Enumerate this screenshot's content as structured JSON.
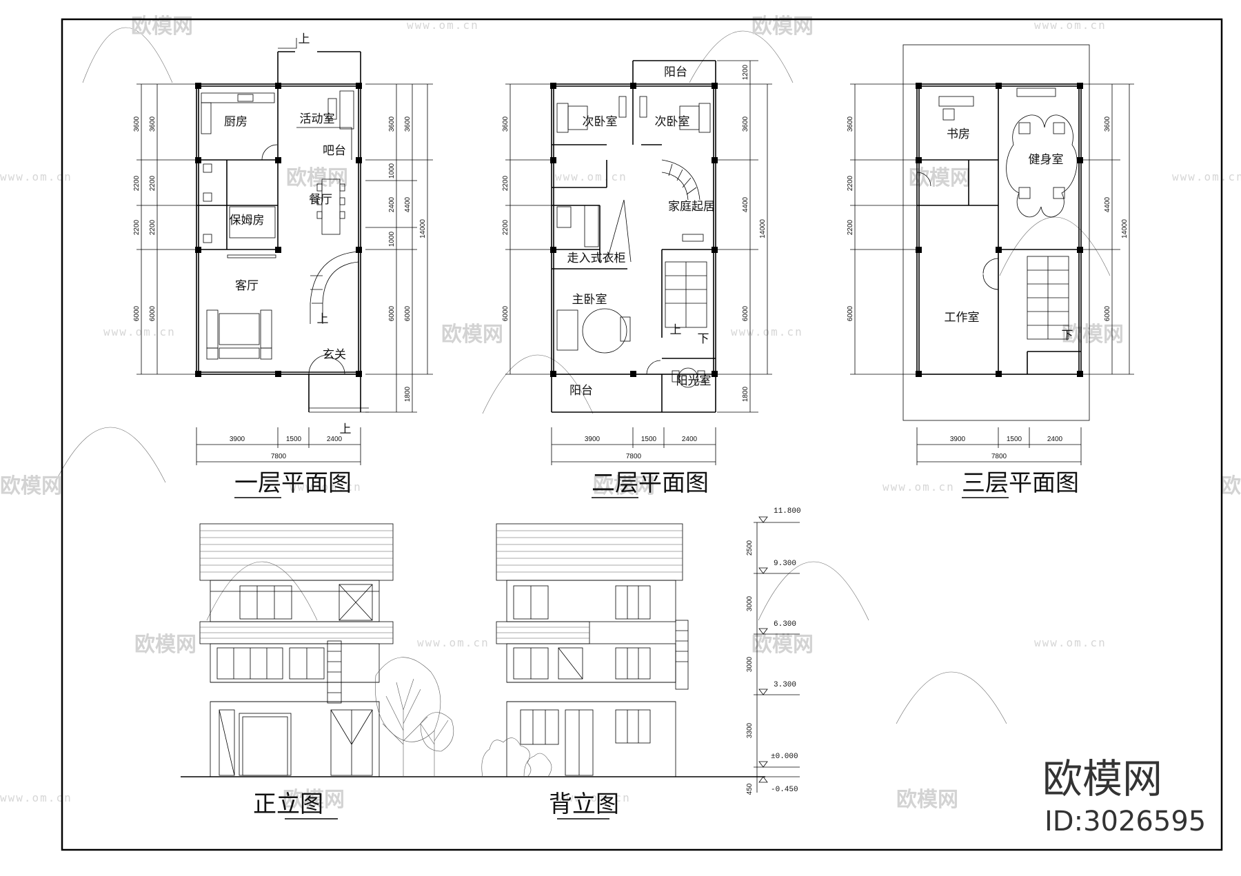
{
  "watermark": {
    "brand": "欧模网",
    "url": "www.om.cn"
  },
  "logo": {
    "name": "欧模网",
    "id_label": "ID:3026595"
  },
  "plans": {
    "floor1": {
      "title": "一层平面图",
      "rooms": {
        "kitchen": "厨房",
        "activity": "活动室",
        "bar": "吧台",
        "dining": "餐厅",
        "nanny": "保姆房",
        "living": "客厅",
        "entry": "玄关",
        "up": "上"
      },
      "dims_left": [
        "3600",
        "2200",
        "2200",
        "6000"
      ],
      "dims_right": [
        "3600",
        "1000",
        "2400",
        "1000",
        "6000",
        "1800"
      ],
      "dims_right_inner": [
        "4400"
      ],
      "overall": "14000",
      "dims_bottom": [
        "3900",
        "1500",
        "2400"
      ],
      "overall_bottom": "7800"
    },
    "floor2": {
      "title": "二层平面图",
      "rooms": {
        "balcony_top": "阳台",
        "bedroom2a": "次卧室",
        "bedroom2b": "次卧室",
        "family": "家庭起居",
        "walkin": "走入式衣柜",
        "master": "主卧室",
        "balcony_bottom": "阳台",
        "sunroom": "阳光室",
        "down": "下",
        "up": "上"
      },
      "dims_left": [
        "3600",
        "2200",
        "2200",
        "6000"
      ],
      "dims_right": [
        "1200",
        "3600",
        "4400",
        "6000",
        "1800"
      ],
      "overall": "14000",
      "dims_bottom": [
        "3900",
        "1500",
        "2400"
      ],
      "overall_bottom": "7800"
    },
    "floor3": {
      "title": "三层平面图",
      "rooms": {
        "study": "书房",
        "gym": "健身室",
        "studio": "工作室",
        "down": "下"
      },
      "dims_left": [
        "3600",
        "2200",
        "2200",
        "6000"
      ],
      "dims_right": [
        "3600",
        "4400",
        "6000"
      ],
      "overall": "14000",
      "dims_bottom": [
        "3900",
        "1500",
        "2400"
      ],
      "overall_bottom": "7800"
    }
  },
  "elevations": {
    "front": {
      "title": "正立图"
    },
    "back": {
      "title": "背立图"
    },
    "levels": [
      "11.800",
      "9.300",
      "6.300",
      "3.300",
      "±0.000",
      "-0.450"
    ],
    "heights": [
      "2500",
      "3000",
      "3000",
      "3300",
      "450"
    ]
  }
}
